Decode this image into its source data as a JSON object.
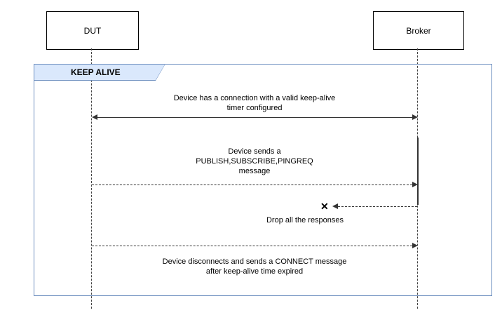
{
  "actors": [
    {
      "label": "DUT"
    },
    {
      "label": "Broker"
    }
  ],
  "frame": {
    "label": "KEEP ALIVE"
  },
  "messages": {
    "m1": {
      "lines": [
        "Device has a connection with a valid keep-alive",
        "timer configured"
      ]
    },
    "m2": {
      "lines": [
        "Device sends a",
        "PUBLISH,SUBSCRIBE,PINGREQ",
        "message"
      ]
    },
    "m3": {
      "label": "Drop all the responses",
      "marker": "✕"
    },
    "m5": {
      "lines": [
        "Device disconnects and sends a CONNECT message",
        "after keep-alive time expired"
      ]
    }
  },
  "colors": {
    "frame_border": "#6c8ebf",
    "frame_label_bg": "#dae8fc",
    "line": "#333333"
  }
}
